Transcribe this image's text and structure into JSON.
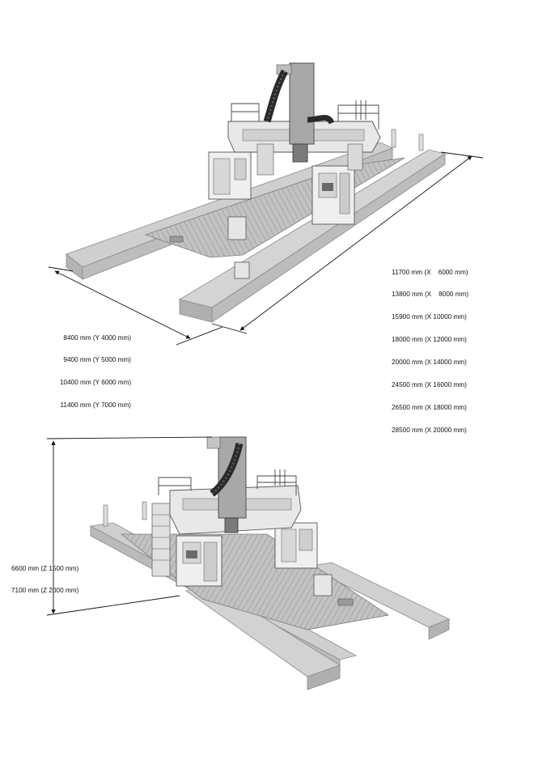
{
  "figure_top": {
    "x_dimensions": [
      "11700 mm (X    6000 mm)",
      "13800 mm (X    8000 mm)",
      "15900 mm (X 10000 mm)",
      "18000 mm (X 12000 mm)",
      "20000 mm (X 14000 mm)",
      "24500 mm (X 16000 mm)",
      "26500 mm (X 18000 mm)",
      "28500 mm (X 20000 mm)"
    ],
    "y_dimensions": [
      "8400 mm (Y 4000 mm)",
      "9400 mm (Y 5000 mm)",
      "10400 mm (Y 6000 mm)",
      "11400 mm (Y 7000 mm)"
    ]
  },
  "figure_bottom": {
    "z_dimensions": [
      "6600 mm (Z 1500 mm)",
      "7100 mm (Z 2000 mm)"
    ]
  },
  "colors": {
    "rail": "#c9c9c9",
    "rail_dark": "#a9a9a9",
    "bed": "#b5b5b5",
    "frame": "#e4e4e4",
    "column": "#9a9a9a",
    "cable": "#2a2a2a",
    "line": "#111111"
  }
}
